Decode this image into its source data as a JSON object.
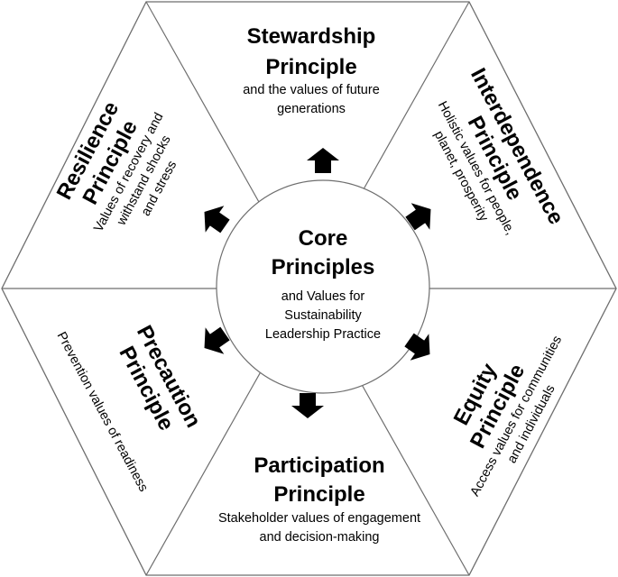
{
  "core": {
    "title_1": "Core",
    "title_2": "Principles",
    "sub_1": "and Values for",
    "sub_2": "Sustainability",
    "sub_3": "Leadership Practice"
  },
  "stewardship": {
    "title_1": "Stewardship",
    "title_2": "Principle",
    "sub_1": "and the values of future",
    "sub_2": "generations"
  },
  "interdependence": {
    "title_1": "Interdependence",
    "title_2": "Principle",
    "sub_1": "Holistic values for people,",
    "sub_2": "planet, prosperity"
  },
  "equity": {
    "title_1": "Equity",
    "title_2": "Principle",
    "sub_1": "Access values for communities",
    "sub_2": "and individuals"
  },
  "participation": {
    "title_1": "Participation",
    "title_2": "Principle",
    "sub_1": "Stakeholder values of engagement",
    "sub_2": "and decision-making"
  },
  "precaution": {
    "title_1": "Precaution",
    "title_2": "Principle",
    "sub_1": "Prevention values of readiness"
  },
  "resilience": {
    "title_1": "Resilience",
    "title_2": "Principle",
    "sub_1": "Values of recovery and",
    "sub_2": "withstand shocks",
    "sub_3": "and stress"
  },
  "colors": {
    "stroke": "#6e6e6e",
    "arrow": "#000000",
    "background": "#ffffff"
  }
}
